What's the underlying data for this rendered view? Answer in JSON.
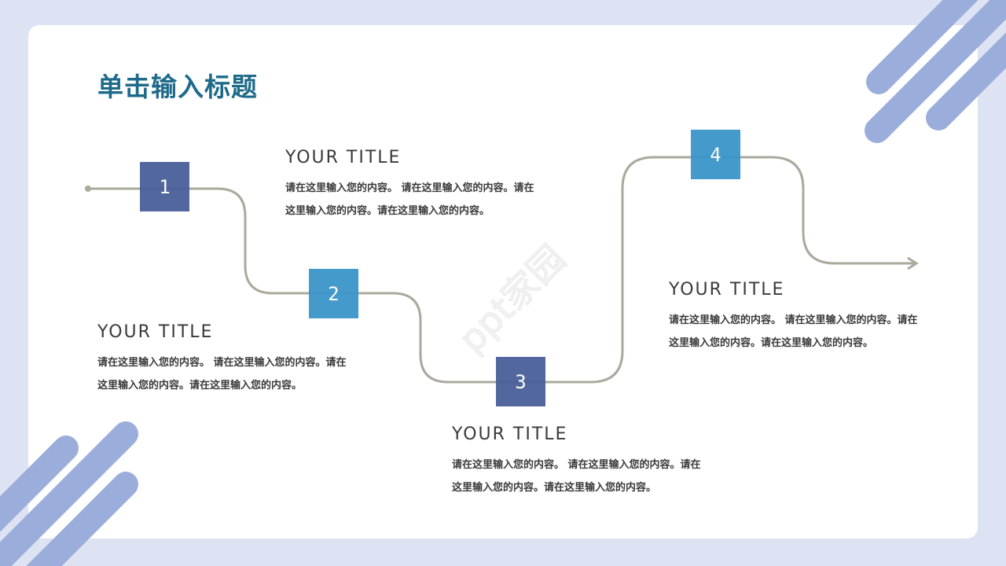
{
  "slide": {
    "title": "单击输入标题",
    "watermark": "ppt家园",
    "colors": {
      "background": "#dde3f2",
      "card": "#ffffff",
      "title": "#1e6a8a",
      "step_dark": "#4a5f9a",
      "step_light": "#3a95c9",
      "path": "#a9a99c",
      "stripes": "#9badda",
      "text": "#3a3a3a"
    }
  },
  "steps": [
    {
      "number": "1",
      "title": "YOUR TITLE",
      "body": "请在这里输入您的内容。 请在这里输入您的内容。请在这里输入您的内容。请在这里输入您的内容。"
    },
    {
      "number": "2",
      "title": "YOUR TITLE",
      "body": "请在这里输入您的内容。 请在这里输入您的内容。请在这里输入您的内容。请在这里输入您的内容。"
    },
    {
      "number": "3",
      "title": "YOUR TITLE",
      "body": "请在这里输入您的内容。 请在这里输入您的内容。请在这里输入您的内容。请在这里输入您的内容。"
    },
    {
      "number": "4",
      "title": "YOUR TITLE",
      "body": "请在这里输入您的内容。 请在这里输入您的内容。请在这里输入您的内容。请在这里输入您的内容。"
    }
  ]
}
